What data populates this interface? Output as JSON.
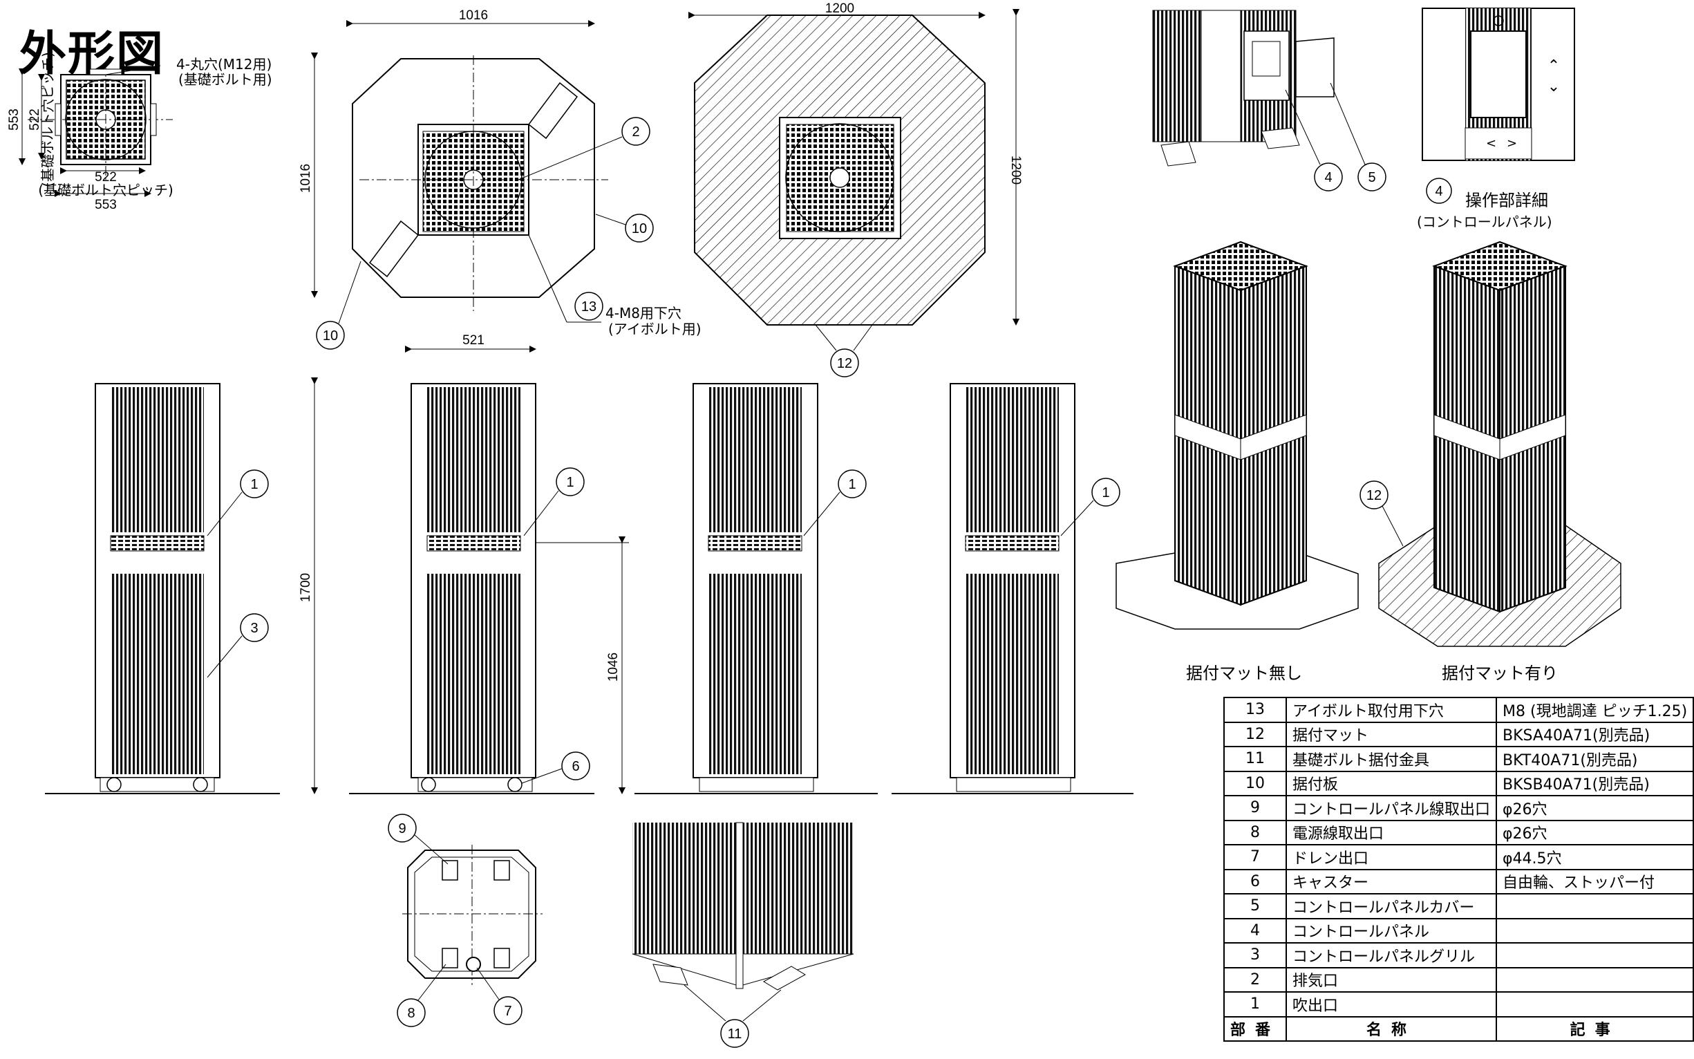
{
  "title": "外形図",
  "dimensions": {
    "top_width": "1016",
    "top_height": "1016",
    "mat_width": "1200",
    "mat_height": "1200",
    "base_width": "553",
    "base_height": "553",
    "bolt_pitch_w": "522",
    "bolt_pitch_h": "522",
    "bolt_pitch_note": "(基礎ボルト穴ピッチ)",
    "bolt_pitch_note_v": "(基礎ボルト穴ピッチ)",
    "front_width": "521",
    "height": "1700",
    "side_height": "1046"
  },
  "notes": {
    "hole_m12_line1": "4-丸穴(M12用)",
    "hole_m12_line2": "(基礎ボルト用)",
    "hole_m8_line1": "4-M8用下穴",
    "hole_m8_line2": "(アイボルト用)",
    "detail_title": "操作部詳細",
    "detail_sub": "(コントロールパネル)",
    "mat_none": "据付マット無し",
    "mat_with": "据付マット有り"
  },
  "callouts": [
    "1",
    "2",
    "3",
    "4",
    "5",
    "6",
    "7",
    "8",
    "9",
    "10",
    "11",
    "12",
    "13"
  ],
  "table": {
    "header": {
      "no": "部番",
      "name": "名称",
      "remark": "記事"
    },
    "rows": [
      {
        "no": "13",
        "name": "アイボルト取付用下穴",
        "remark": "M8 (現地調達 ピッチ1.25)"
      },
      {
        "no": "12",
        "name": "据付マット",
        "remark": "BKSA40A71(別売品)"
      },
      {
        "no": "11",
        "name": "基礎ボルト据付金具",
        "remark": "BKT40A71(別売品)"
      },
      {
        "no": "10",
        "name": "据付板",
        "remark": "BKSB40A71(別売品)"
      },
      {
        "no": "9",
        "name": "コントロールパネル線取出口",
        "remark": "φ26穴"
      },
      {
        "no": "8",
        "name": "電源線取出口",
        "remark": "φ26穴"
      },
      {
        "no": "7",
        "name": "ドレン出口",
        "remark": "φ44.5穴"
      },
      {
        "no": "6",
        "name": "キャスター",
        "remark": "自由輪、ストッパー付"
      },
      {
        "no": "5",
        "name": "コントロールパネルカバー",
        "remark": ""
      },
      {
        "no": "4",
        "name": "コントロールパネル",
        "remark": ""
      },
      {
        "no": "3",
        "name": "コントロールパネルグリル",
        "remark": ""
      },
      {
        "no": "2",
        "name": "排気口",
        "remark": ""
      },
      {
        "no": "1",
        "name": "吹出口",
        "remark": ""
      }
    ]
  }
}
